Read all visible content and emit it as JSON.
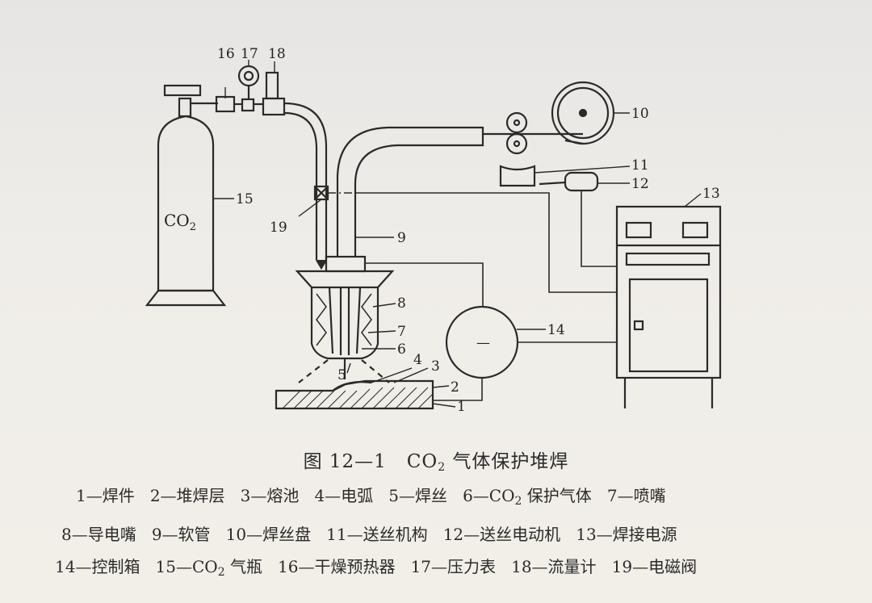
{
  "figure": {
    "cylinder_text": "CO",
    "cylinder_sub": "2",
    "callouts": [
      "1",
      "2",
      "3",
      "4",
      "5",
      "6",
      "7",
      "8",
      "9",
      "10",
      "11",
      "12",
      "13",
      "14",
      "15",
      "16",
      "17",
      "18",
      "19"
    ],
    "control_box_symbol": "—"
  },
  "caption": {
    "prefix": "图 12—1",
    "co": "CO",
    "sub": "2",
    "suffix": "气体保护堆焊"
  },
  "legend": {
    "row1": [
      "1—焊件",
      "2—堆焊层",
      "3—熔池",
      "4—电弧",
      "5—焊丝",
      "6—CO",
      "保护气体",
      "7—喷嘴"
    ],
    "row2": [
      "8—导电嘴",
      "9—软管",
      "10—焊丝盘",
      "11—送丝机构",
      "12—送丝电动机",
      "13—焊接电源"
    ],
    "row3": [
      "14—控制箱",
      "15—CO",
      "气瓶",
      "16—干燥预热器",
      "17—压力表",
      "18—流量计",
      "19—电磁阀"
    ],
    "sub": "2"
  }
}
